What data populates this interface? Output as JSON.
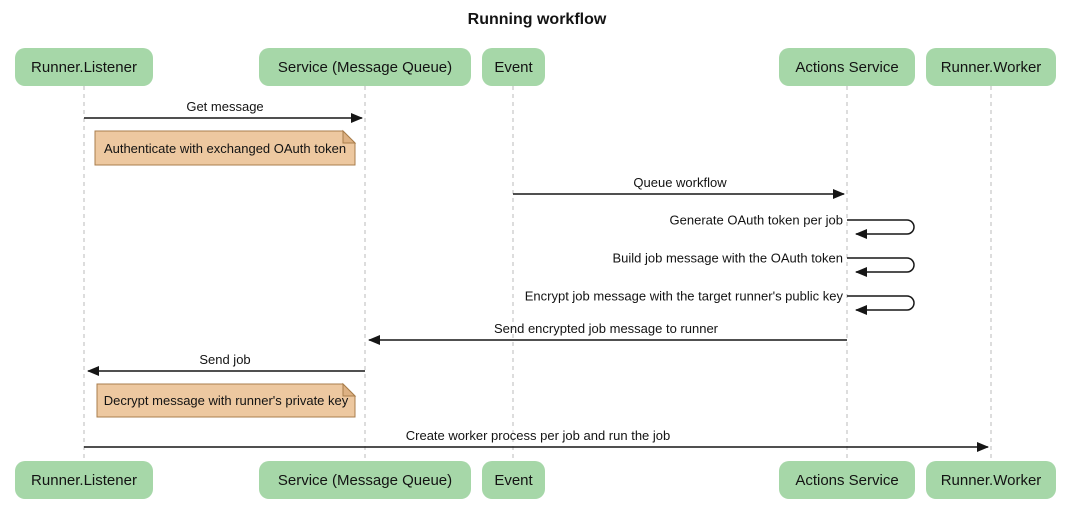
{
  "title": "Running workflow",
  "colors": {
    "participant_fill": "#A6D7A8",
    "note_fill": "#EDC8A0",
    "note_border": "#A97E4C",
    "note_fold": "#DDB183",
    "lifeline": "#BBBBBB",
    "arrow": "#161616",
    "text": "#131313",
    "background": "#FFFFFF"
  },
  "participants": [
    {
      "label": "Runner.Listener"
    },
    {
      "label": "Service (Message Queue)"
    },
    {
      "label": "Event"
    },
    {
      "label": "Actions Service"
    },
    {
      "label": "Runner.Worker"
    }
  ],
  "messages": [
    {
      "text": "Get message",
      "from": "Runner.Listener",
      "to": "Service (Message Queue)",
      "kind": "solid-arrow"
    },
    {
      "text": "Queue workflow",
      "from": "Event",
      "to": "Actions Service",
      "kind": "solid-arrow"
    },
    {
      "text": "Generate OAuth token per job",
      "from": "Actions Service",
      "to": "Actions Service",
      "kind": "self-loop"
    },
    {
      "text": "Build job message with the OAuth token",
      "from": "Actions Service",
      "to": "Actions Service",
      "kind": "self-loop"
    },
    {
      "text": "Encrypt job message with the target runner's public key",
      "from": "Actions Service",
      "to": "Actions Service",
      "kind": "self-loop"
    },
    {
      "text": "Send encrypted job message to runner",
      "from": "Actions Service",
      "to": "Service (Message Queue)",
      "kind": "solid-arrow"
    },
    {
      "text": "Send job",
      "from": "Service (Message Queue)",
      "to": "Runner.Listener",
      "kind": "solid-arrow"
    },
    {
      "text": "Create worker process per job and run the job",
      "from": "Runner.Listener",
      "to": "Runner.Worker",
      "kind": "solid-arrow"
    }
  ],
  "notes": [
    {
      "text": "Authenticate with exchanged OAuth token",
      "over": [
        "Runner.Listener",
        "Service (Message Queue)"
      ]
    },
    {
      "text": "Decrypt message with runner's private key",
      "over": [
        "Runner.Listener",
        "Service (Message Queue)"
      ]
    }
  ]
}
